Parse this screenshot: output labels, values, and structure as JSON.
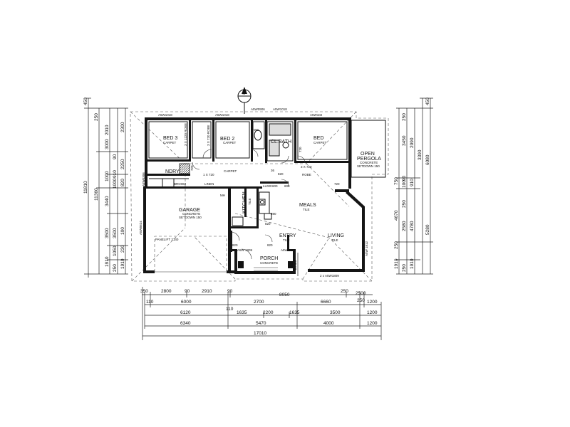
{
  "north": "N",
  "windows": {
    "w_bed3": "A5W1018",
    "w_bed2": "A5W1018",
    "w_top_mid": "A5W0906",
    "w_bath": "A5W1018",
    "w_bed1": "A5W102",
    "w_garage_side": "A5W0624",
    "w_laundry_side": "A5W0306",
    "w_porch_l": "A5W 1809",
    "w_porch_r": "A5W 1809",
    "w_living_side": "A5W 1812",
    "w_living_bottom": "2 x A5W1809"
  },
  "rooms": {
    "bed3": "BED 3",
    "bed3_sub": "CARPET",
    "bed2": "BED 2",
    "bed2_sub": "CARPET",
    "bed1": "BED",
    "bed1_sub": "CARPET",
    "bath": "CL.BATH",
    "wc": "WC",
    "pergola_1": "OPEN",
    "pergola_2": "PERGOLA",
    "pergola_3": "CONCRETE",
    "pergola_4": "SETDOWN 150",
    "laundry": "NDRY",
    "carpet_hall": "CARPET",
    "linen": "LINEN",
    "broom": "BROOM",
    "garage": "GARAGE",
    "garage_sub1": "CONCRETE",
    "garage_sub2": "SETDOWN 150",
    "garage_door": "PANELIFT 2140",
    "kitchen": "KITCHEN",
    "kitchen_sub": "TILE",
    "meals": "MEALS",
    "meals_sub": "TILE",
    "entry": "ENTRY",
    "entry_sub": "TILE",
    "living": "LIVING",
    "living_sub": "TILE",
    "porch": "PORCH",
    "porch_sub": "CONCRETE",
    "robe": "ROBE"
  },
  "notes": {
    "robe_bed3": "3 X 1220 ROBE",
    "robe_bed2": "3 X 720 ROBE",
    "hall_720": "1 X 720",
    "bed1_720": "3 X 720",
    "mh": "MH",
    "ll000": "LL000",
    "n600_1": "600",
    "n600_2": "600",
    "n820_1": "820",
    "n820_2": "820",
    "n820_3": "820",
    "n720_a": "720",
    "n720_b": "720",
    "n720_c": "720",
    "n890": "890",
    "n820_e": "820",
    "n36": "36"
  },
  "dims_bottom": {
    "r1": [
      "350",
      "2800",
      "90",
      "2910",
      "90",
      "8050",
      "250",
      "2500"
    ],
    "r2": [
      "110",
      "6000",
      "2700",
      "6660",
      "250",
      "1200"
    ],
    "r3": [
      "6120",
      "110",
      "1635",
      "2200",
      "1635",
      "3500",
      "1200"
    ],
    "r4": [
      "6340",
      "5470",
      "4000",
      "1200"
    ],
    "total": "17010"
  },
  "dims_left": {
    "total": "11810",
    "overall": "11360",
    "top": "450",
    "a1": "3000",
    "a2": "2010",
    "a3": "2300",
    "a4": "1000",
    "a5": "90",
    "a6": "2250",
    "a7": "910",
    "a8": "1000",
    "a9": "3440",
    "a10": "820",
    "a11": "3500",
    "a12": "3500",
    "a13": "100",
    "a14": "1050",
    "a15": "1910",
    "a16": "230",
    "a17": "250",
    "a18": "1910",
    "a19": "250"
  },
  "dims_right": {
    "top": "450",
    "total": "6080",
    "b1": "3450",
    "b2": "2090",
    "b3": "250",
    "b4": "3390",
    "b5": "750",
    "b6": "90",
    "b7": "910",
    "b8": "100",
    "b9": "4670",
    "b10": "250",
    "b11": "2580",
    "b12": "4780",
    "b13": "5280",
    "b14": "250",
    "b15": "1910",
    "b16": "1910",
    "b17": "250"
  }
}
